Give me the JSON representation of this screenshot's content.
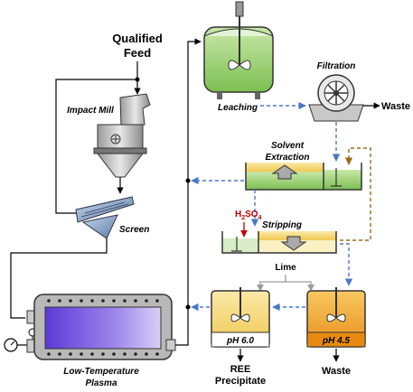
{
  "labels": {
    "qualified_feed_line1": "Qualified",
    "qualified_feed_line2": "Feed",
    "impact_mill": "Impact Mill",
    "screen": "Screen",
    "plasma_line1": "Low-Temperature",
    "plasma_line2": "Plasma",
    "leaching": "Leaching",
    "filtration": "Filtration",
    "waste_filtration": "Waste",
    "solvent_extraction_line1": "Solvent",
    "solvent_extraction_line2": "Extraction",
    "h2so4_main": "H",
    "h2so4_sub1": "2",
    "h2so4_mid": "SO",
    "h2so4_sub2": "4",
    "stripping": "Stripping",
    "lime": "Lime",
    "ph_left": "pH 6.0",
    "ph_right": "pH 4.5",
    "ree_line1": "REE",
    "ree_line2": "Precipitate",
    "waste_bottom": "Waste"
  },
  "colors": {
    "ree_text": "#2e9e3a",
    "h2so4_text": "#c00000",
    "dashed_flow": "#4a78c8",
    "dashed_recycle": "#9a6a1a",
    "lime_line": "#9a9a9a",
    "tank_green": "#9fd079",
    "tank_yellow": "#f5d77a",
    "tank_orange": "#f0a030",
    "plasma_purple": "#7b5ce0"
  },
  "icons": [
    "agitator-icon",
    "gauge-icon",
    "rotary-drum-filter-icon",
    "arrow-up-icon",
    "arrow-down-icon"
  ]
}
